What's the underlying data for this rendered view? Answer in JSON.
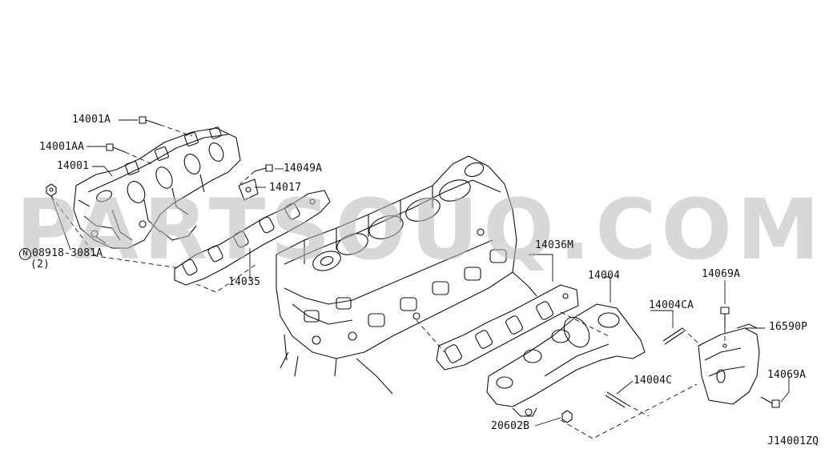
{
  "watermark": "PARTSOUQ.COM",
  "diagram_code": "J14001ZQ",
  "parts": {
    "p14001A": "14001A",
    "p14001AA": "14001AA",
    "p14001": "14001",
    "p08918": "08918-3081A",
    "p08918_qty": "(2)",
    "p08918_symbol": "N",
    "p14049A": "14049A",
    "p14017": "14017",
    "p14035": "14035",
    "p14036M": "14036M",
    "p14004": "14004",
    "p14004CA": "14004CA",
    "p14004C": "14004C",
    "p20602B": "20602B",
    "p14069A_top": "14069A",
    "p16590P": "16590P",
    "p14069A_right": "14069A"
  },
  "icons": {
    "bolt": "bolt-icon",
    "nut": "nut-icon",
    "stud": "stud-icon"
  }
}
